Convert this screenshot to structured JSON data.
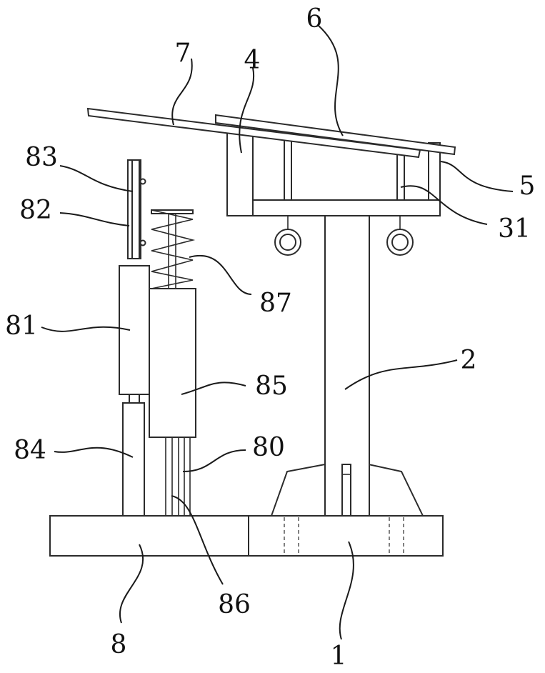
{
  "labels": {
    "base": "1",
    "column": "2",
    "frame": "4",
    "tab": "5",
    "panel_upper": "6",
    "panel_lower": "7",
    "auxiliary_base": "8",
    "guide_rods": "80",
    "sleeve": "81",
    "bracket": "82",
    "pin_plate": "83",
    "post": "84",
    "block": "85",
    "rod": "86",
    "spring": "87",
    "strut": "31"
  },
  "colors": {
    "line": "#2b2b2b",
    "background": "#ffffff"
  }
}
